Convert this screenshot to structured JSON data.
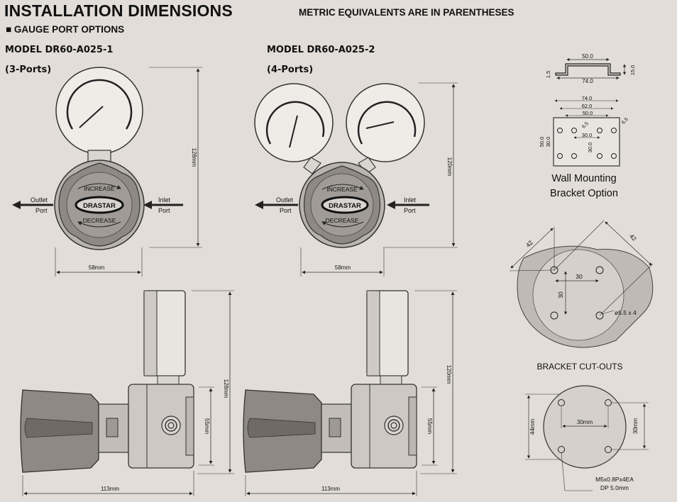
{
  "header": {
    "title": "INSTALLATION DIMENSIONS",
    "metric_note": "METRIC EQUIVALENTS ARE IN PARENTHESES",
    "port_options": "■ GAUGE PORT OPTIONS"
  },
  "models": [
    {
      "name": "MODEL DR60-A025-1",
      "ports": "(3-Ports)"
    },
    {
      "name": "MODEL DR60-A025-2",
      "ports": "(4-Ports)"
    }
  ],
  "regulator_front": {
    "knob_increase": "INCREASE",
    "knob_brand": "DRASTAR",
    "knob_decrease": "DECREASE",
    "outlet": "Outlet",
    "inlet": "Inlet",
    "port": "Port"
  },
  "dimensions": {
    "model1_height": "128mm",
    "model1_width": "58mm",
    "model2_height": "120mm",
    "model2_width": "58mm",
    "side1_total_height": "128mm",
    "side1_body_height": "55mm",
    "side1_length": "113mm",
    "side2_total_height": "120mm",
    "side2_body_height": "55mm",
    "side2_length": "113mm"
  },
  "bracket_profile": {
    "top_width": "50.0",
    "bottom_width": "74.0",
    "thickness": "1.5",
    "height": "15.0"
  },
  "bracket_plan": {
    "w74": "74.0",
    "w62": "62.0",
    "w50": "50.0",
    "w30": "30.0",
    "h50": "50.0",
    "h30": "30.0",
    "v30": "30.0",
    "hole_a": "6.5",
    "hole_b": "6.5",
    "caption_line1": "Wall Mounting",
    "caption_line2": "Bracket Option"
  },
  "panel_cutout": {
    "d1": "42",
    "d2": "42",
    "h30": "30",
    "v30": "30",
    "holes": "ø5.5 x 4"
  },
  "bracket_cutouts": {
    "title": "BRACKET CUT-OUTS",
    "w30": "30mm",
    "h44": "44mm",
    "h30": "30mm",
    "note1": "M5x0.8Px4EA",
    "note2": "DP 5.0mm"
  }
}
